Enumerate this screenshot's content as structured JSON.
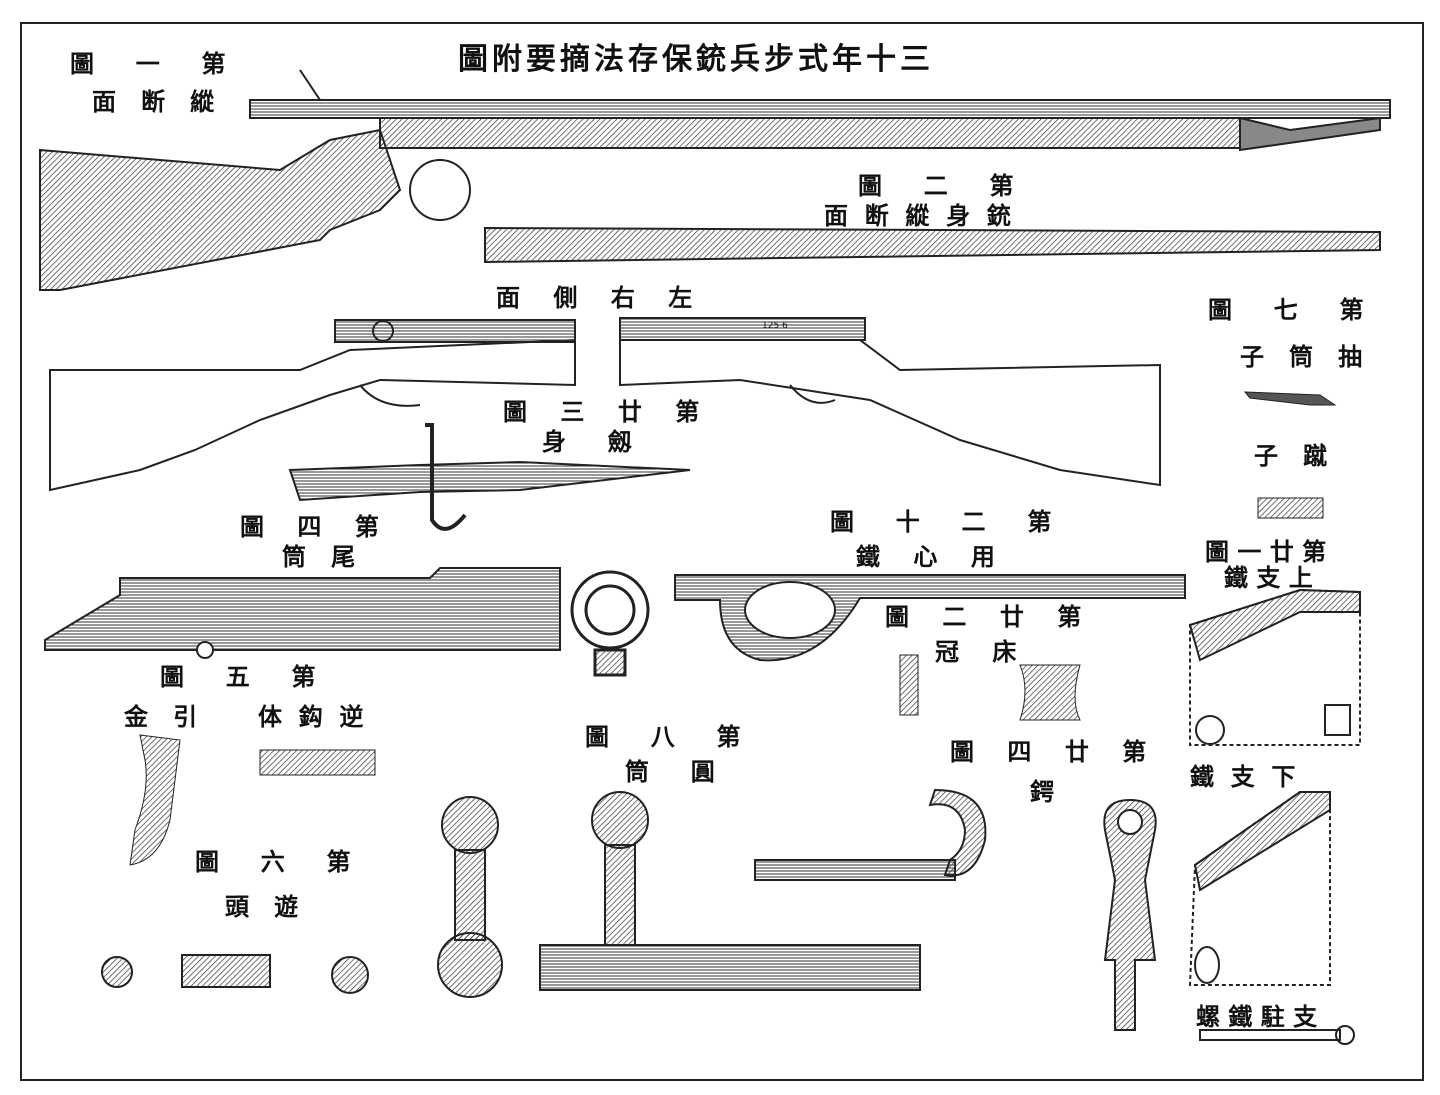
{
  "title": "圖附要摘法存保銃兵步式年十三",
  "labels": {
    "fig1": "圖     一     第",
    "fig1_sub": "面   断   縱",
    "fig2": "圖     二     第",
    "fig2_sub": "面  断  縱  身  銃",
    "side": "面    側    右    左",
    "fig7": "圖     七     第",
    "fig7_sub": "子   筒   抽",
    "kicker": "子   蹴",
    "fig23": "圖    三    廿    第",
    "fig23_sub": "身     劔",
    "fig4": "圖    四    第",
    "fig4_sub": "筒   尾",
    "fig20": "圖     十     二     第",
    "fig20_sub": "鐵    心    用",
    "fig21": "圖 一 廿 第",
    "fig21_sub": "鐵 支 上",
    "fig22": "圖    二    廿    第",
    "fig22_sub": "冠    床",
    "fig5": "圖     五     第",
    "trigger": "金   引",
    "sear": "体  鈎  逆",
    "fig8": "圖     八     第",
    "fig8_sub": "筒     圓",
    "fig24": "圖    四    廿    第",
    "fig24_sub": "鍔",
    "lower": "鐵  支  下",
    "fig6": "圖     六     第",
    "fig6_sub": "頭   遊",
    "screw": "螺 鐵 駐 支",
    "serial": "125 6"
  }
}
